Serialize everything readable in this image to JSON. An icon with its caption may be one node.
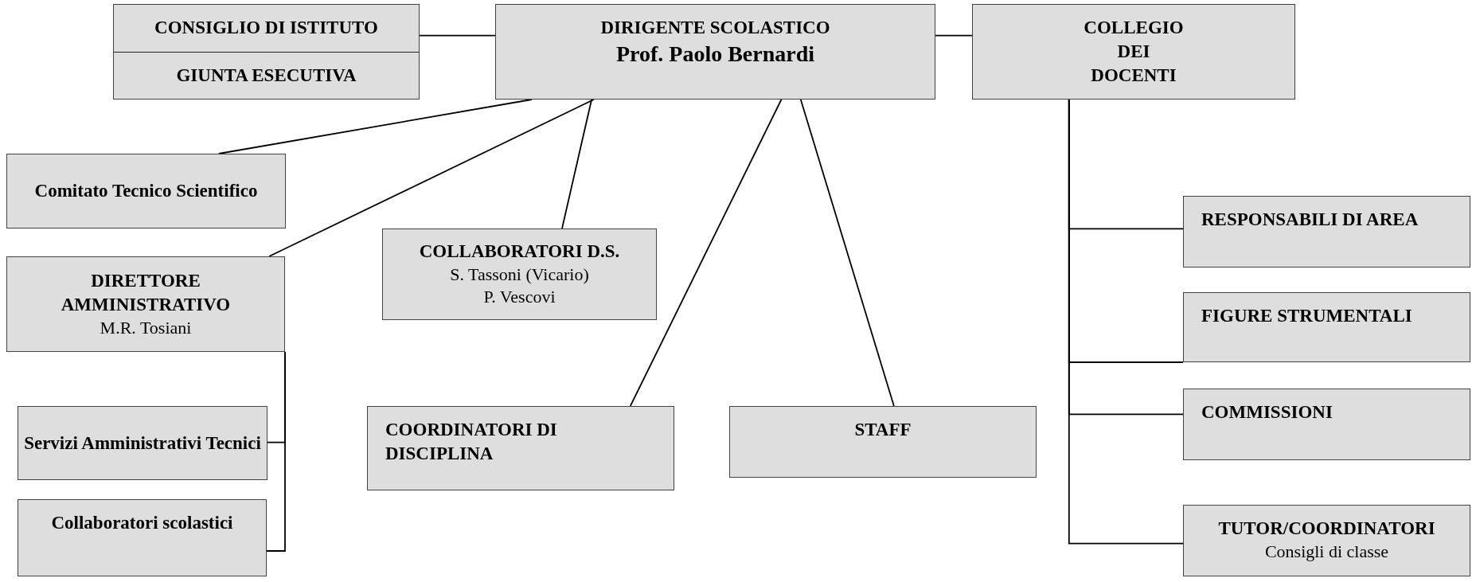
{
  "diagram": {
    "nodes": [
      {
        "text": [
          "CONSIGLIO DI  ISTITUTO",
          "GIUNTA ESECUTIVA"
        ]
      },
      {
        "text": [
          "DIRIGENTE SCOLASTICO",
          "Prof. Paolo Bernardi"
        ]
      },
      {
        "text": [
          "COLLEGIO DEI DOCENTI"
        ]
      },
      {
        "text": [
          "Comitato Tecnico Scientifico"
        ]
      },
      {
        "text": [
          "DIRETTORE AMMINISTRATIVO",
          "M.R. Tosiani"
        ]
      },
      {
        "text": [
          "COLLABORATORI D.S.",
          "S. Tassoni (Vicario)",
          "P. Vescovi"
        ]
      },
      {
        "text": [
          "Servizi Amministrativi Tecnici"
        ]
      },
      {
        "text": [
          "Collaboratori scolastici"
        ]
      },
      {
        "text": [
          "COORDINATORI DI DISCIPLINA"
        ]
      },
      {
        "text": [
          "STAFF"
        ]
      },
      {
        "text": [
          "RESPONSABILI DI AREA"
        ]
      },
      {
        "text": [
          "FIGURE STRUMENTALI"
        ]
      },
      {
        "text": [
          "COMMISSIONI"
        ]
      },
      {
        "text": [
          "TUTOR/COORDINATORI",
          "Consigli di classe"
        ]
      }
    ],
    "edges": [
      {
        "from": 0,
        "to": 1,
        "arrow": "none"
      },
      {
        "from": 1,
        "to": 2,
        "arrow": "none"
      },
      {
        "from": 1,
        "to": 3,
        "arrow": "none"
      },
      {
        "from": 1,
        "to": 4,
        "arrow": "none"
      },
      {
        "from": 1,
        "to": 5,
        "arrow": "none"
      },
      {
        "from": 1,
        "to": 8,
        "arrow": "none"
      },
      {
        "from": 1,
        "to": 9,
        "arrow": "none"
      },
      {
        "from": 4,
        "to": 6,
        "arrow": "none"
      },
      {
        "from": 4,
        "to": 7,
        "arrow": "none"
      },
      {
        "from": 2,
        "to": 10,
        "arrow": "none"
      },
      {
        "from": 2,
        "to": 11,
        "arrow": "none"
      },
      {
        "from": 2,
        "to": 12,
        "arrow": "none"
      },
      {
        "from": 2,
        "to": 13,
        "arrow": "none"
      }
    ]
  }
}
